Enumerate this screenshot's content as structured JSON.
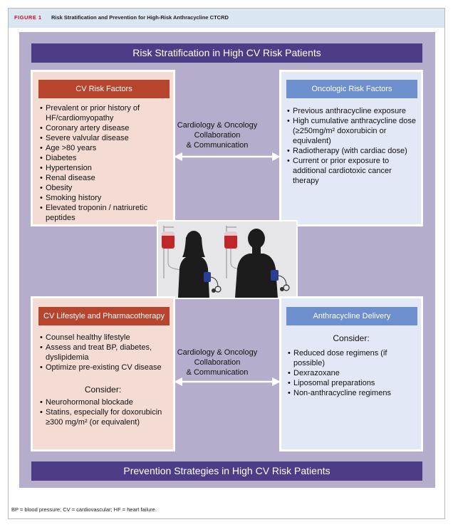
{
  "figure": {
    "label": "FIGURE 1",
    "title": "Risk Stratification and Prevention for High-Risk Anthracycline CTCRD"
  },
  "banners": {
    "top": "Risk Stratification in High CV Risk Patients",
    "bottom": "Prevention Strategies in High CV Risk Patients"
  },
  "cv_risk": {
    "title": "CV Risk Factors",
    "items": [
      "Prevalent or prior history of HF/cardiomyopathy",
      "Coronary artery disease",
      "Severe valvular disease",
      "Age >80 years",
      "Diabetes",
      "Hypertension",
      "Renal disease",
      "Obesity",
      "Smoking history",
      "Elevated troponin / natriuretic peptides"
    ]
  },
  "onco_risk": {
    "title": "Oncologic Risk Factors",
    "items": [
      "Previous anthracycline exposure",
      "High cumulative anthracycline dose (≥250mg/m² doxorubicin or equivalent)",
      "Radiotherapy (with cardiac dose)",
      "Current or prior exposure to additional cardiotoxic cancer therapy"
    ]
  },
  "collab": {
    "top": [
      "Cardiology & Oncology",
      "Collaboration",
      "& Communication"
    ],
    "bottom": [
      "Cardiology & Oncology",
      "Collaboration",
      "& Communication"
    ]
  },
  "lifestyle": {
    "title": "CV Lifestyle and Pharmacotherapy",
    "items": [
      "Counsel healthy lifestyle",
      "Assess and treat BP, diabetes, dyslipidemia",
      "Optimize pre-existing CV disease"
    ],
    "consider": "Consider:",
    "consider_items": [
      "Neurohormonal blockade",
      "Statins, especially for doxorubicin ≥300 mg/m² (or equivalent)"
    ]
  },
  "delivery": {
    "title": "Anthracycline Delivery",
    "consider": "Consider:",
    "items": [
      "Reduced dose regimens (if possible)",
      "Dexrazoxane",
      "Liposomal preparations",
      "Non-anthracycline regimens"
    ]
  },
  "footnote": "BP = blood pressure; CV = cardiovascular; HF = heart failure.",
  "colors": {
    "banner": "#4f3c86",
    "background": "#b6adcc",
    "red_title": "#b7452e",
    "blue_title": "#6e8fce",
    "pink_box": "#f4dcd4",
    "blue_box": "#e3e8f6",
    "iv_bag": "#c0262a",
    "bp_cuff": "#2a3f8f"
  },
  "icons": [
    "female-silhouette-icon",
    "male-silhouette-icon",
    "iv-bag-icon",
    "bp-cuff-icon"
  ]
}
